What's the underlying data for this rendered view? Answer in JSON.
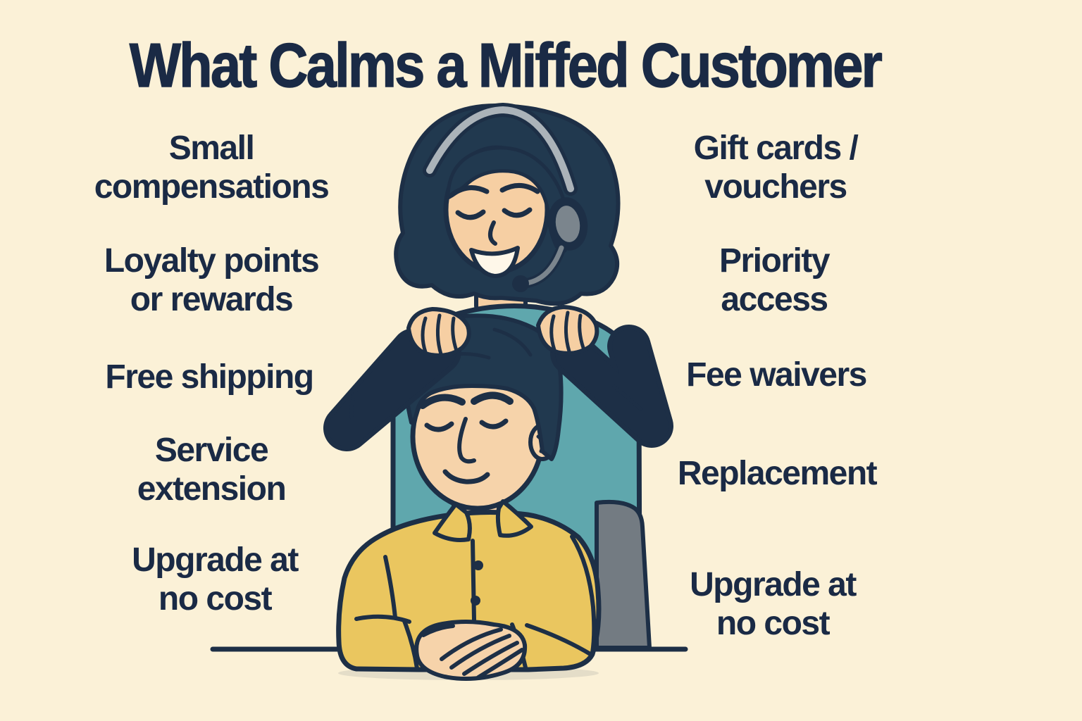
{
  "title": "What Calms a Miffed Customer",
  "left_items": [
    {
      "text": "Small compensations",
      "lines": [
        "Small",
        "compensations"
      ]
    },
    {
      "text": "Loyalty points or rewards",
      "lines": [
        "Loyalty points",
        "or rewards"
      ]
    },
    {
      "text": "Free shipping",
      "lines": [
        "Free shipping"
      ]
    },
    {
      "text": "Service extension",
      "lines": [
        "Service",
        "extension"
      ]
    },
    {
      "text": "Upgrade at no cost",
      "lines": [
        "Upgrade at",
        "no cost"
      ]
    }
  ],
  "right_items": [
    {
      "text": "Gift cards / vouchers",
      "lines": [
        "Gift cards /",
        "vouchers"
      ]
    },
    {
      "text": "Priority access",
      "lines": [
        "Priority",
        "access"
      ]
    },
    {
      "text": "Fee waivers",
      "lines": [
        "Fee waivers"
      ]
    },
    {
      "text": "Replacement",
      "lines": [
        "Replacement"
      ]
    },
    {
      "text": "Upgrade at no cost",
      "lines": [
        "Upgrade at",
        "no cost"
      ]
    }
  ],
  "illustration": {
    "alt": "A customer support agent wearing a headset gives a calming head massage to an unhappy customer in a yellow shirt seated at a desk with hands clasped"
  },
  "colors": {
    "bg": "#FBF1D7",
    "text_navy": "#1A2A45",
    "outline": "#1D2F46",
    "hair_navy": "#21394F",
    "teal_top": "#5FA7AD",
    "skin_agent": "#F6CFA3",
    "skin_customer": "#F6D3AA",
    "shirt_yellow": "#EAC65F",
    "chair_gray": "#737B82",
    "headband_gray": "#ABB3B9",
    "earcup_gray": "#7B858D",
    "mouth_fill": "#FEF7E9"
  }
}
